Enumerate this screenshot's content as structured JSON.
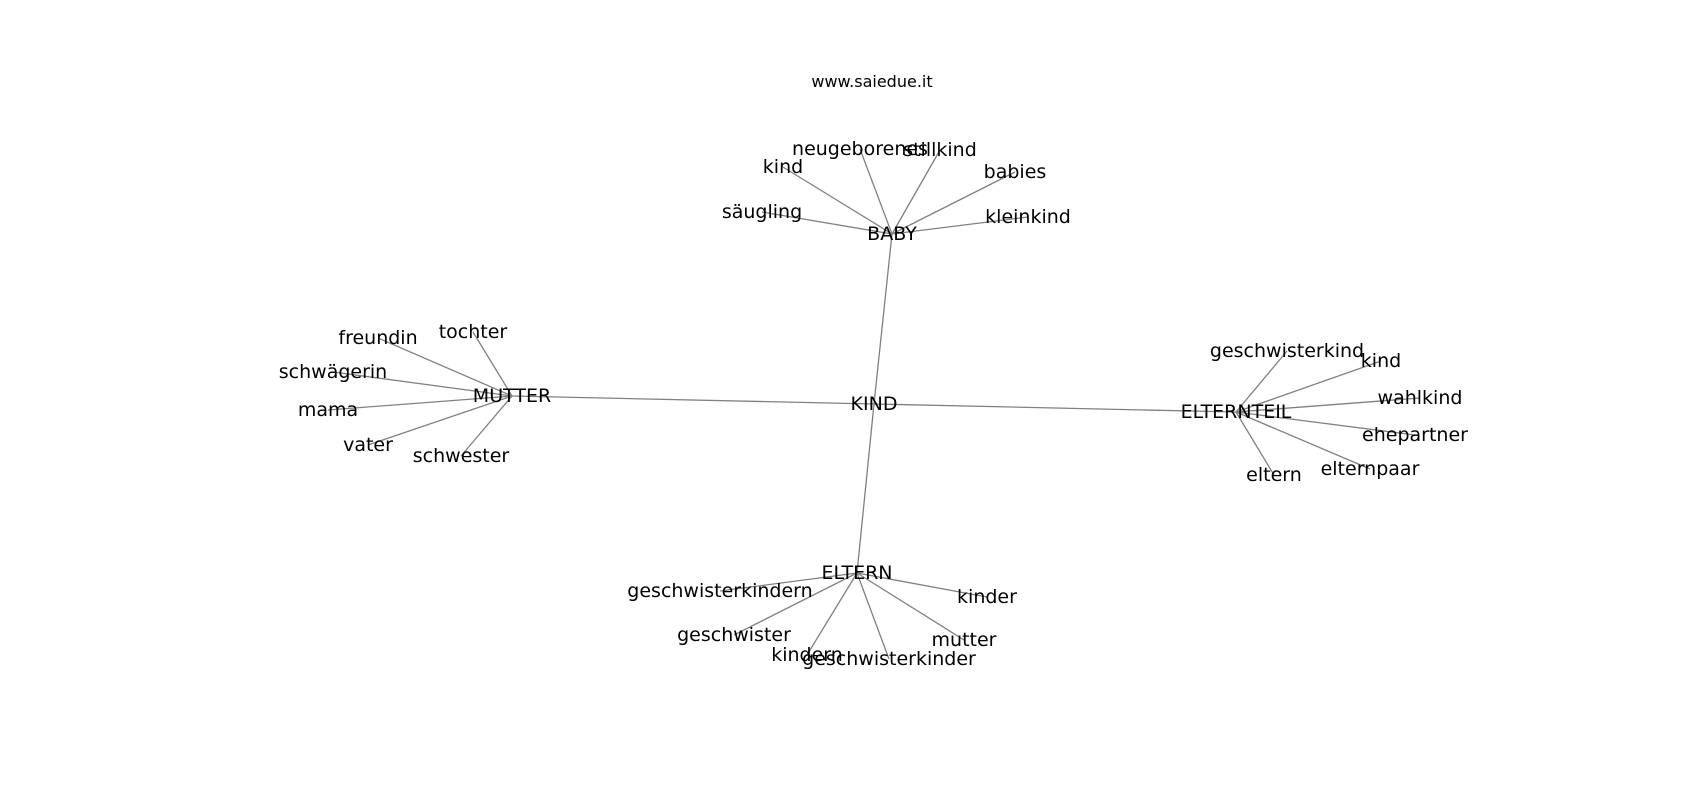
{
  "watermark": "www.saiedue.it",
  "colors": {
    "edge": "#808080",
    "text": "#000000",
    "background": "#ffffff"
  },
  "graph": {
    "center": "KIND",
    "hubs": [
      {
        "id": "baby",
        "label": "BABY",
        "leaves": [
          {
            "id": "baby-kind",
            "label": "kind"
          },
          {
            "id": "baby-neugeborenes",
            "label": "neugeborenes"
          },
          {
            "id": "baby-stillkind",
            "label": "stillkind"
          },
          {
            "id": "baby-babies",
            "label": "babies"
          },
          {
            "id": "baby-saeugling",
            "label": "säugling"
          },
          {
            "id": "baby-kleinkind",
            "label": "kleinkind"
          }
        ]
      },
      {
        "id": "mutter",
        "label": "MUTTER",
        "leaves": [
          {
            "id": "mutter-freundin",
            "label": "freundin"
          },
          {
            "id": "mutter-tochter",
            "label": "tochter"
          },
          {
            "id": "mutter-schwaegerin",
            "label": "schwägerin"
          },
          {
            "id": "mutter-mama",
            "label": "mama"
          },
          {
            "id": "mutter-vater",
            "label": "vater"
          },
          {
            "id": "mutter-schwester",
            "label": "schwester"
          }
        ]
      },
      {
        "id": "elternteil",
        "label": "ELTERNTEIL",
        "leaves": [
          {
            "id": "elternteil-geschwisterkind",
            "label": "geschwisterkind"
          },
          {
            "id": "elternteil-kind",
            "label": "kind"
          },
          {
            "id": "elternteil-wahlkind",
            "label": "wahlkind"
          },
          {
            "id": "elternteil-ehepartner",
            "label": "ehepartner"
          },
          {
            "id": "elternteil-elternpaar",
            "label": "elternpaar"
          },
          {
            "id": "elternteil-eltern",
            "label": "eltern"
          }
        ]
      },
      {
        "id": "eltern",
        "label": "ELTERN",
        "leaves": [
          {
            "id": "eltern-geschwisterkindern",
            "label": "geschwisterkindern"
          },
          {
            "id": "eltern-kinder",
            "label": "kinder"
          },
          {
            "id": "eltern-geschwister",
            "label": "geschwister"
          },
          {
            "id": "eltern-mutter",
            "label": "mutter"
          },
          {
            "id": "eltern-kindern",
            "label": "kindern"
          },
          {
            "id": "eltern-geschwisterkinder",
            "label": "geschwisterkinder"
          }
        ]
      }
    ]
  }
}
